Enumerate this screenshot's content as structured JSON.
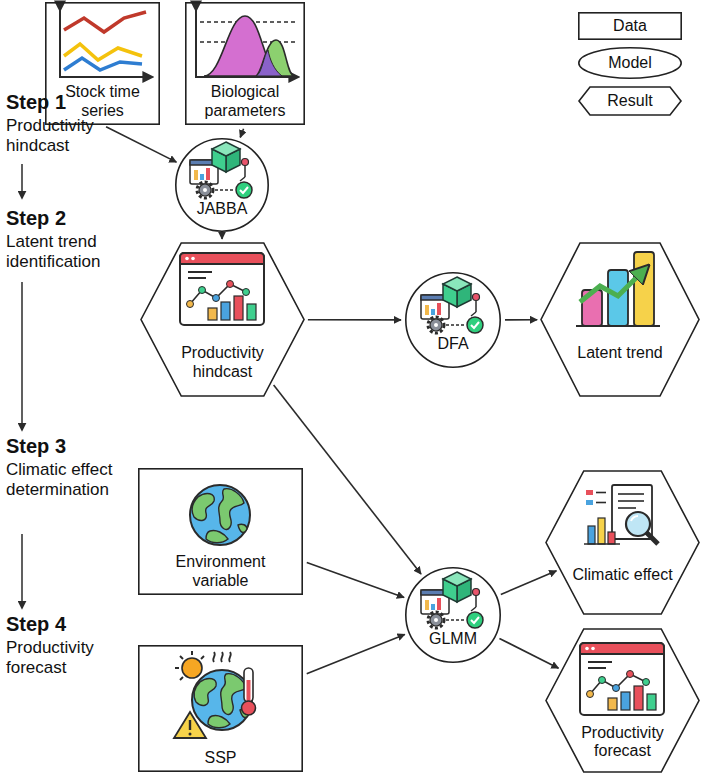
{
  "diagram": {
    "nodes": [
      {
        "text": [
          "Stock time series"
        ]
      },
      {
        "text": [
          "Biological parameters"
        ]
      },
      {
        "text": [
          "JABBA"
        ]
      },
      {
        "text": [
          "Productivity hindcast"
        ]
      },
      {
        "text": [
          "DFA"
        ]
      },
      {
        "text": [
          "Latent trend"
        ]
      },
      {
        "text": [
          "Environment variable"
        ]
      },
      {
        "text": [
          "Climatic effect"
        ]
      },
      {
        "text": [
          "GLMM"
        ]
      },
      {
        "text": [
          "SSP"
        ]
      },
      {
        "text": [
          "Productivity forecast"
        ]
      }
    ],
    "edges": [
      {
        "from": 0,
        "to": 2,
        "arrow": "to"
      },
      {
        "from": 1,
        "to": 2,
        "arrow": "to"
      },
      {
        "from": 2,
        "to": 3,
        "arrow": "to"
      },
      {
        "from": 3,
        "to": 4,
        "arrow": "to"
      },
      {
        "from": 4,
        "to": 5,
        "arrow": "to"
      },
      {
        "from": 3,
        "to": 8,
        "arrow": "to"
      },
      {
        "from": 6,
        "to": 8,
        "arrow": "to"
      },
      {
        "from": 9,
        "to": 8,
        "arrow": "to"
      },
      {
        "from": 8,
        "to": 7,
        "arrow": "to"
      },
      {
        "from": 8,
        "to": 10,
        "arrow": "to"
      }
    ],
    "labels": [
      "Step 1",
      "Productivity hindcast",
      "Step 2",
      "Latent trend identification",
      "Step 3",
      "Climatic effect determination",
      "Step 4",
      "Productivity forecast"
    ],
    "legend": [
      {
        "text": "Data"
      },
      {
        "text": "Model"
      },
      {
        "text": "Result"
      }
    ]
  }
}
